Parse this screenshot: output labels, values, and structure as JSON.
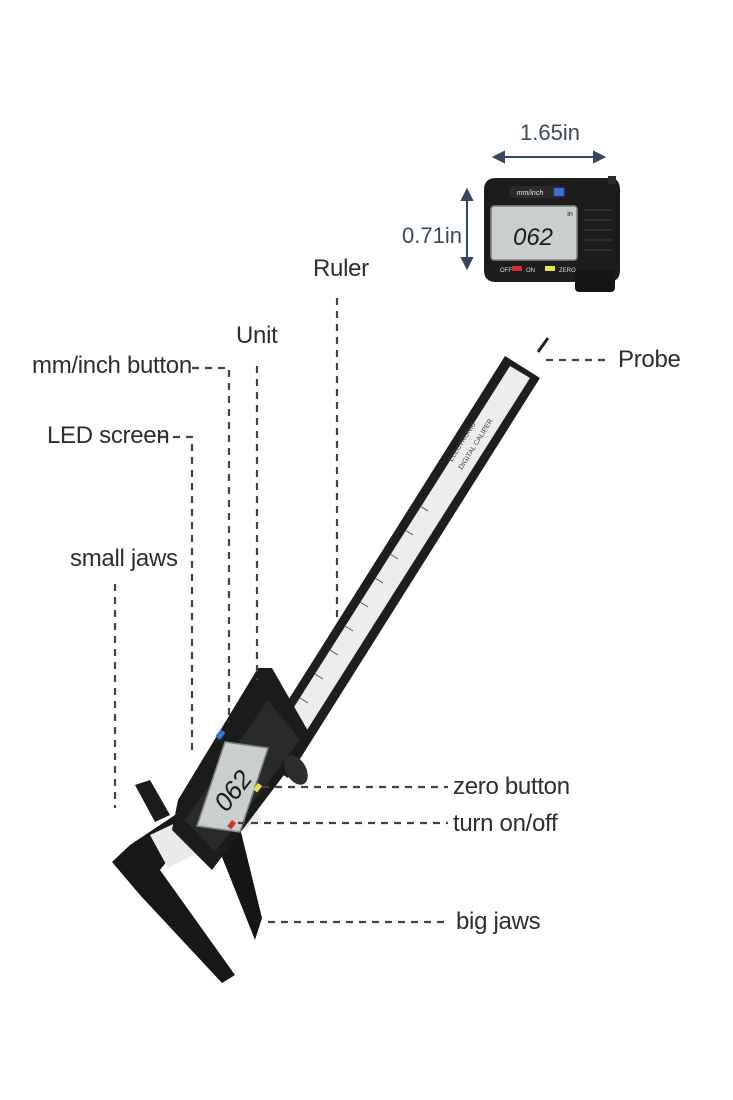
{
  "labels": {
    "ruler": "Ruler",
    "unit": "Unit",
    "mm_inch_button": "mm/inch button",
    "led_screen": "LED screen",
    "small_jaws": "small jaws",
    "probe": "Probe",
    "zero_button": "zero button",
    "turn_on_off": "turn on/off",
    "big_jaws": "big jaws"
  },
  "dimensions": {
    "width": "1.65in",
    "height": "0.71in"
  },
  "display": {
    "reading": "062",
    "unit_mark": "in",
    "header": "mm/inch",
    "off_label": "OFF",
    "on_label": "ON",
    "zero_label": "ZERO"
  },
  "ruler": {
    "brand_line1": "ELECTRONIC",
    "brand_line2": "DIGITAL CALIPER"
  },
  "colors": {
    "accent_dimension": "#34495e",
    "leader_line": "#444444",
    "body": "#1a1a1a",
    "lcd": "#c9cfcc",
    "on_button": "#d0332b",
    "zero_button": "#e8e24a",
    "unit_button": "#3a6fd8"
  }
}
